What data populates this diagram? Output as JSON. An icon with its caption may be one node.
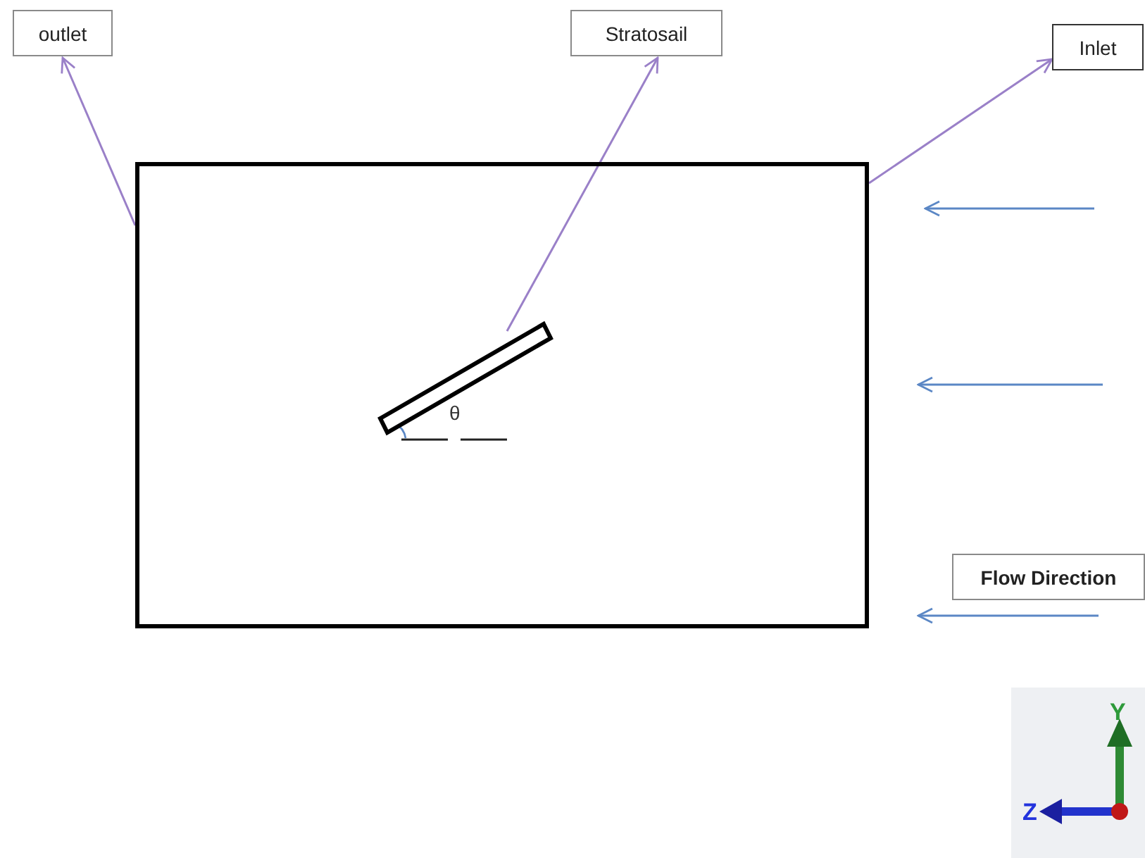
{
  "diagram": {
    "nodes": [
      {
        "text": [
          "outlet"
        ]
      },
      {
        "text": [
          "Stratosail"
        ]
      },
      {
        "text": [
          "Inlet"
        ]
      },
      {
        "text": [],
        "shape": "box"
      },
      {
        "text": [],
        "shape": "bar",
        "in": 3
      },
      {
        "text": [
          "Flow Direction"
        ]
      }
    ],
    "edges": [
      {
        "from": 3,
        "to": 0,
        "arrow": "to"
      },
      {
        "from": 4,
        "to": 1,
        "arrow": "to"
      },
      {
        "from": 3,
        "to": 2,
        "arrow": "to"
      }
    ],
    "labels": [
      "θ",
      "Y",
      "Z"
    ]
  }
}
